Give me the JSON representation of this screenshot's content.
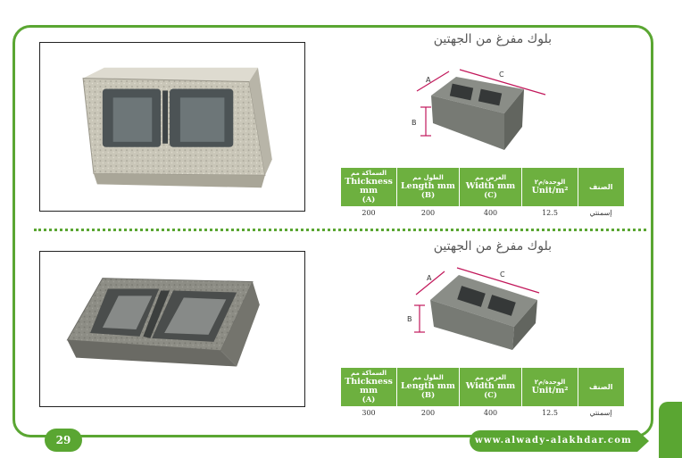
{
  "page": {
    "number": "29",
    "website": "www.alwady-alakhdar.com"
  },
  "table_header": {
    "thickness_ar": "السماكة مم",
    "thickness_en": "Thickness mm",
    "thickness_key": "(A)",
    "length_ar": "الطول مم",
    "length_en": "Length mm",
    "length_key": "(B)",
    "width_ar": "العرض مم",
    "width_en": "Width mm",
    "width_key": "(C)",
    "unit_ar": "الوحدة/م٢",
    "unit_en": "Unit/m²",
    "type_ar": "الصنف"
  },
  "diagram_labels": {
    "a": "A",
    "b": "B",
    "c": "C"
  },
  "products": [
    {
      "title": "بلوك مفرغ من الجهتين",
      "row": {
        "thickness": "200",
        "length": "200",
        "width": "400",
        "unit": "12.5",
        "type": "إسمنتي"
      }
    },
    {
      "title": "بلوك مفرغ من الجهتين",
      "row": {
        "thickness": "300",
        "length": "200",
        "width": "400",
        "unit": "12.5",
        "type": "إسمنتي"
      }
    }
  ],
  "colors": {
    "brand_green": "#5aa632",
    "header_green": "#6db03f",
    "dimension_red": "#c2185b"
  }
}
